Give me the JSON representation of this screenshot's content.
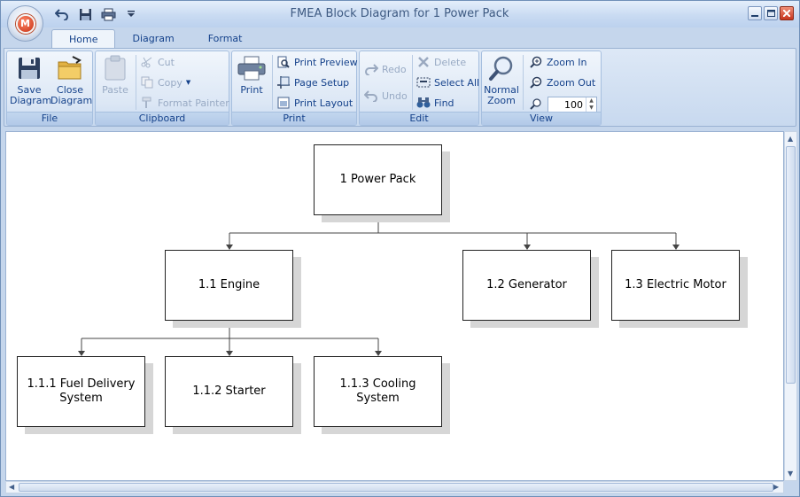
{
  "window": {
    "title": "FMEA Block Diagram for 1 Power Pack",
    "app_icon": "m-logo-icon",
    "qat_icons": [
      "undo-icon",
      "save-icon",
      "print-icon",
      "customize-qat-icon"
    ]
  },
  "tabs": [
    {
      "label": "Home",
      "active": true
    },
    {
      "label": "Diagram",
      "active": false
    },
    {
      "label": "Format",
      "active": false
    }
  ],
  "ribbon": {
    "file": {
      "label": "File",
      "save_line1": "Save",
      "save_line2": "Diagram",
      "close_line1": "Close",
      "close_line2": "Diagram"
    },
    "clipboard": {
      "label": "Clipboard",
      "paste": "Paste",
      "cut": "Cut",
      "copy": "Copy",
      "format_painter": "Format Painter"
    },
    "print": {
      "label": "Print",
      "print": "Print",
      "print_preview": "Print Preview",
      "page_setup": "Page Setup",
      "print_layout": "Print Layout"
    },
    "edit": {
      "label": "Edit",
      "redo": "Redo",
      "undo": "Undo",
      "delete": "Delete",
      "select_all": "Select All",
      "find": "Find"
    },
    "view": {
      "label": "View",
      "normal_line1": "Normal",
      "normal_line2": "Zoom",
      "zoom_in": "Zoom In",
      "zoom_out": "Zoom Out",
      "zoom_value": "100"
    }
  },
  "diagram": {
    "nodes": [
      {
        "id": "1",
        "label": "1 Power Pack"
      },
      {
        "id": "1.1",
        "label": "1.1 Engine"
      },
      {
        "id": "1.2",
        "label": "1.2 Generator"
      },
      {
        "id": "1.3",
        "label": "1.3 Electric Motor"
      },
      {
        "id": "1.1.1",
        "label": "1.1.1 Fuel Delivery System"
      },
      {
        "id": "1.1.2",
        "label": "1.1.2 Starter"
      },
      {
        "id": "1.1.3",
        "label": "1.1.3 Cooling System"
      }
    ]
  },
  "colors": {
    "chrome": "#c5d6ec",
    "ribbon_text": "#15428b",
    "connector": "#444444"
  }
}
